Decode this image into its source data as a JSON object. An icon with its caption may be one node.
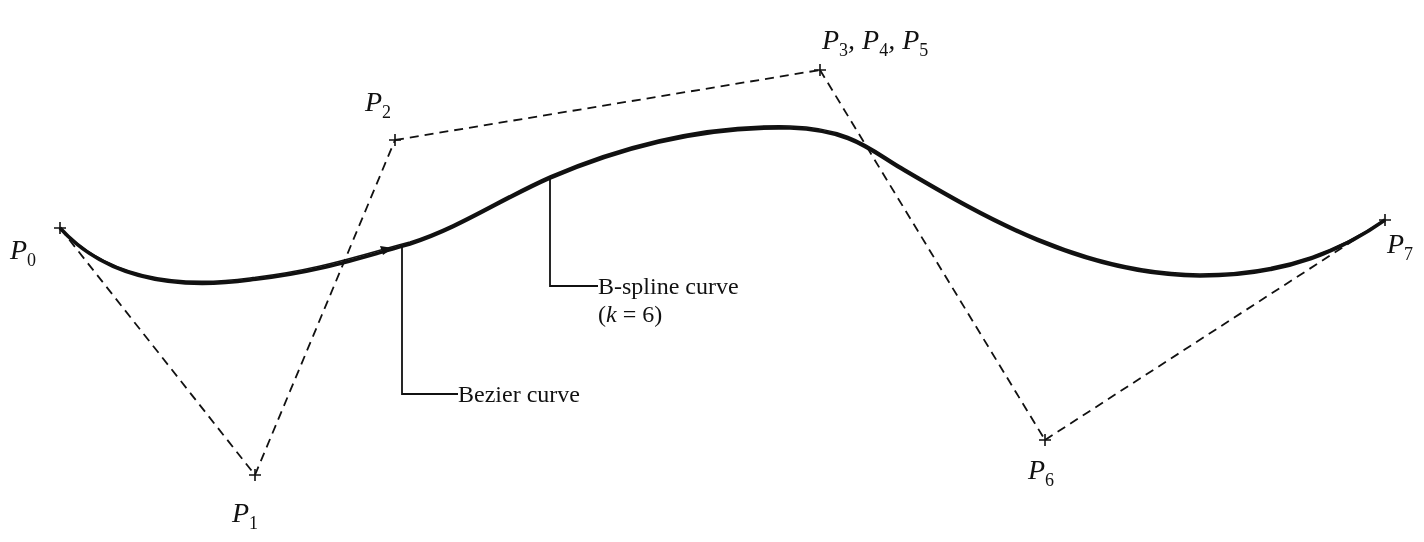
{
  "diagram": {
    "nodes": [
      {
        "text": [
          "P$_{0}$"
        ]
      },
      {
        "text": [
          "P$_{1}$"
        ]
      },
      {
        "text": [
          "P$_{2}$"
        ]
      },
      {
        "text": [
          "P$_{3}$, P$_{4}$, P$_{5}$"
        ]
      },
      {
        "text": [
          "P$_{6}$"
        ]
      },
      {
        "text": [
          "P$_{7}$"
        ]
      },
      {
        "text": [
          "B-spline curve (*k* = 6)"
        ]
      },
      {
        "text": [
          "Bezier curve"
        ]
      }
    ],
    "edges": [
      {
        "from": 0,
        "to": 1,
        "arrow": "none",
        "style": "dashed"
      },
      {
        "from": 1,
        "to": 2,
        "arrow": "none",
        "style": "dashed"
      },
      {
        "from": 2,
        "to": 3,
        "arrow": "none",
        "style": "dashed"
      },
      {
        "from": 3,
        "to": 4,
        "arrow": "none",
        "style": "dashed"
      },
      {
        "from": 4,
        "to": 5,
        "arrow": "none",
        "style": "dashed"
      },
      {
        "from": 6,
        "to": null,
        "arrow": "none"
      },
      {
        "from": 7,
        "to": null,
        "arrow": "none"
      }
    ]
  }
}
